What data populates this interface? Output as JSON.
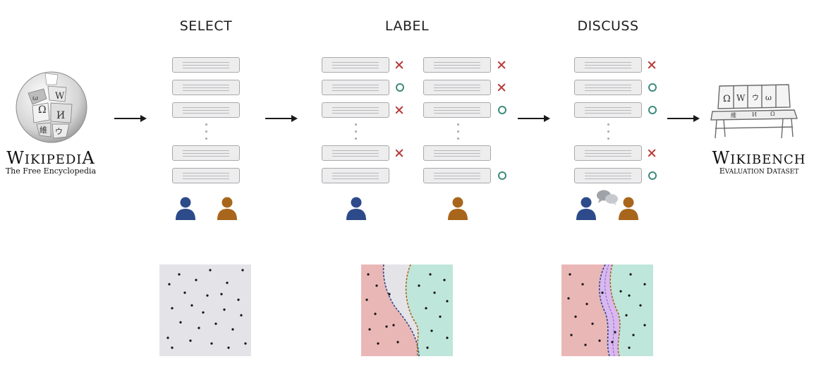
{
  "stages": {
    "select": "SELECT",
    "label": "LABEL",
    "discuss": "DISCUSS"
  },
  "source": {
    "name_first": "W",
    "name_rest": "IKIPEDI",
    "name_last": "A",
    "tagline": "The Free Encyclopedia"
  },
  "target": {
    "name_first": "W",
    "name_rest": "IKIBENCH",
    "tagline_first1": "E",
    "tagline_rest1": "VALUATION ",
    "tagline_first2": "D",
    "tagline_rest2": "ATASET"
  },
  "colors": {
    "annotator_1": "#2d4a8a",
    "annotator_2": "#a8661c",
    "wrong": "#b83a3a",
    "right": "#3d8a7b",
    "region_left": "#eab7b7",
    "region_right": "#bfe6da",
    "region_mid": "#e4e4e8",
    "disagreement": "#d8b8ee"
  },
  "label_marks": {
    "annotator_1": [
      "x",
      "o",
      "x",
      "x",
      ""
    ],
    "annotator_2": [
      "x",
      "x",
      "o",
      "",
      "o"
    ]
  },
  "discuss_marks": [
    "x",
    "o",
    "o",
    "x",
    "o"
  ],
  "icons": [
    "wikipedia-globe-icon",
    "bench-icon",
    "person-icon",
    "speech-bubbles-icon"
  ]
}
